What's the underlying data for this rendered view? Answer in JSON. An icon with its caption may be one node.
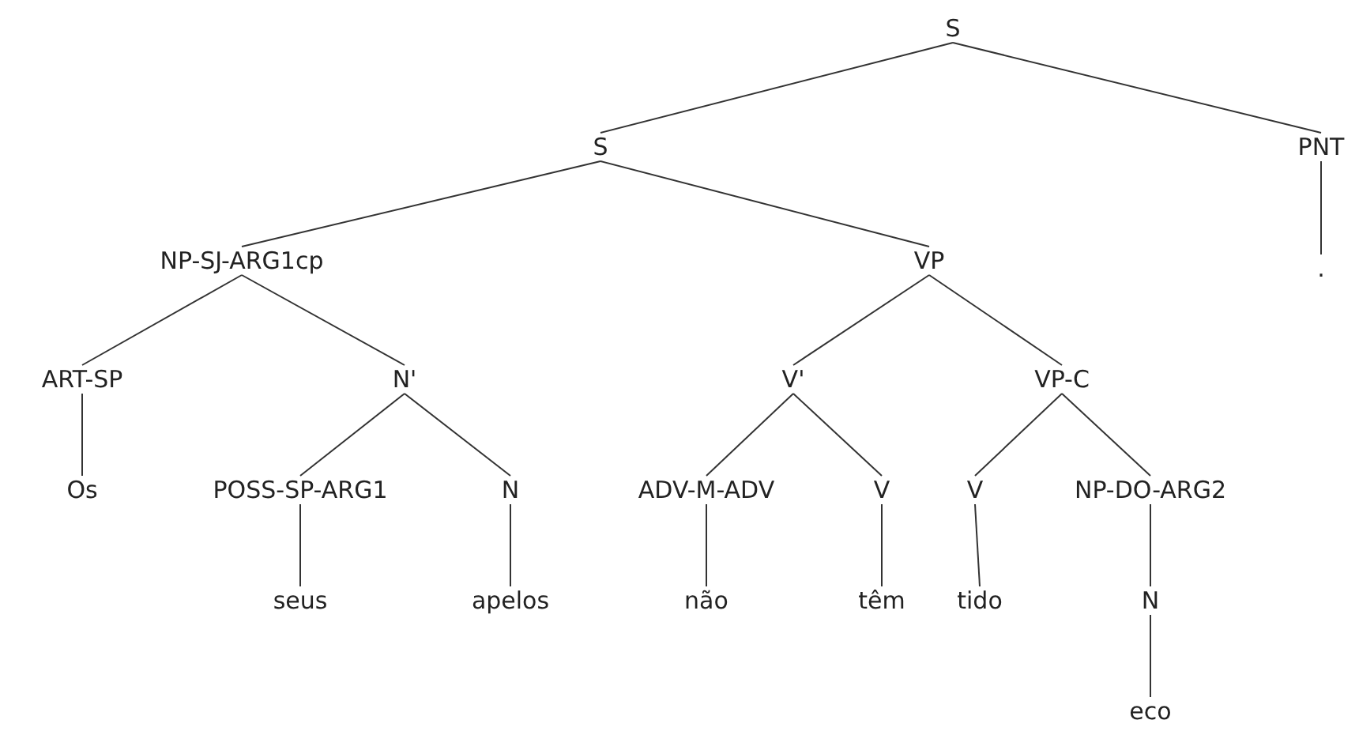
{
  "diagram": {
    "nodes": [
      {
        "text": [
          "S"
        ]
      },
      {
        "text": [
          "S"
        ]
      },
      {
        "text": [
          "PNT"
        ]
      },
      {
        "text": [
          "NP-SJ-ARG1cp"
        ]
      },
      {
        "text": [
          "VP"
        ]
      },
      {
        "text": [
          "."
        ]
      },
      {
        "text": [
          "ART-SP"
        ]
      },
      {
        "text": [
          "N'"
        ]
      },
      {
        "text": [
          "V'"
        ]
      },
      {
        "text": [
          "VP-C"
        ]
      },
      {
        "text": [
          "Os"
        ]
      },
      {
        "text": [
          "POSS-SP-ARG1"
        ]
      },
      {
        "text": [
          "N"
        ]
      },
      {
        "text": [
          "ADV-M-ADV"
        ]
      },
      {
        "text": [
          "V"
        ]
      },
      {
        "text": [
          "V"
        ]
      },
      {
        "text": [
          "NP-DO-ARG2"
        ]
      },
      {
        "text": [
          "seus"
        ]
      },
      {
        "text": [
          "apelos"
        ]
      },
      {
        "text": [
          "não"
        ]
      },
      {
        "text": [
          "têm"
        ]
      },
      {
        "text": [
          "tido"
        ]
      },
      {
        "text": [
          "N"
        ]
      },
      {
        "text": [
          "eco"
        ]
      }
    ],
    "edges": [
      {
        "from": 0,
        "to": 1,
        "arrow": "none"
      },
      {
        "from": 0,
        "to": 2,
        "arrow": "none"
      },
      {
        "from": 1,
        "to": 3,
        "arrow": "none"
      },
      {
        "from": 1,
        "to": 4,
        "arrow": "none"
      },
      {
        "from": 2,
        "to": 5,
        "arrow": "none"
      },
      {
        "from": 3,
        "to": 6,
        "arrow": "none"
      },
      {
        "from": 3,
        "to": 7,
        "arrow": "none"
      },
      {
        "from": 4,
        "to": 8,
        "arrow": "none"
      },
      {
        "from": 4,
        "to": 9,
        "arrow": "none"
      },
      {
        "from": 6,
        "to": 10,
        "arrow": "none"
      },
      {
        "from": 7,
        "to": 11,
        "arrow": "none"
      },
      {
        "from": 7,
        "to": 12,
        "arrow": "none"
      },
      {
        "from": 8,
        "to": 13,
        "arrow": "none"
      },
      {
        "from": 8,
        "to": 14,
        "arrow": "none"
      },
      {
        "from": 9,
        "to": 15,
        "arrow": "none"
      },
      {
        "from": 9,
        "to": 16,
        "arrow": "none"
      },
      {
        "from": 11,
        "to": 17,
        "arrow": "none"
      },
      {
        "from": 12,
        "to": 18,
        "arrow": "none"
      },
      {
        "from": 13,
        "to": 19,
        "arrow": "none"
      },
      {
        "from": 14,
        "to": 20,
        "arrow": "none"
      },
      {
        "from": 15,
        "to": 21,
        "arrow": "none"
      },
      {
        "from": 16,
        "to": 22,
        "arrow": "none"
      },
      {
        "from": 22,
        "to": 23,
        "arrow": "none"
      }
    ]
  }
}
